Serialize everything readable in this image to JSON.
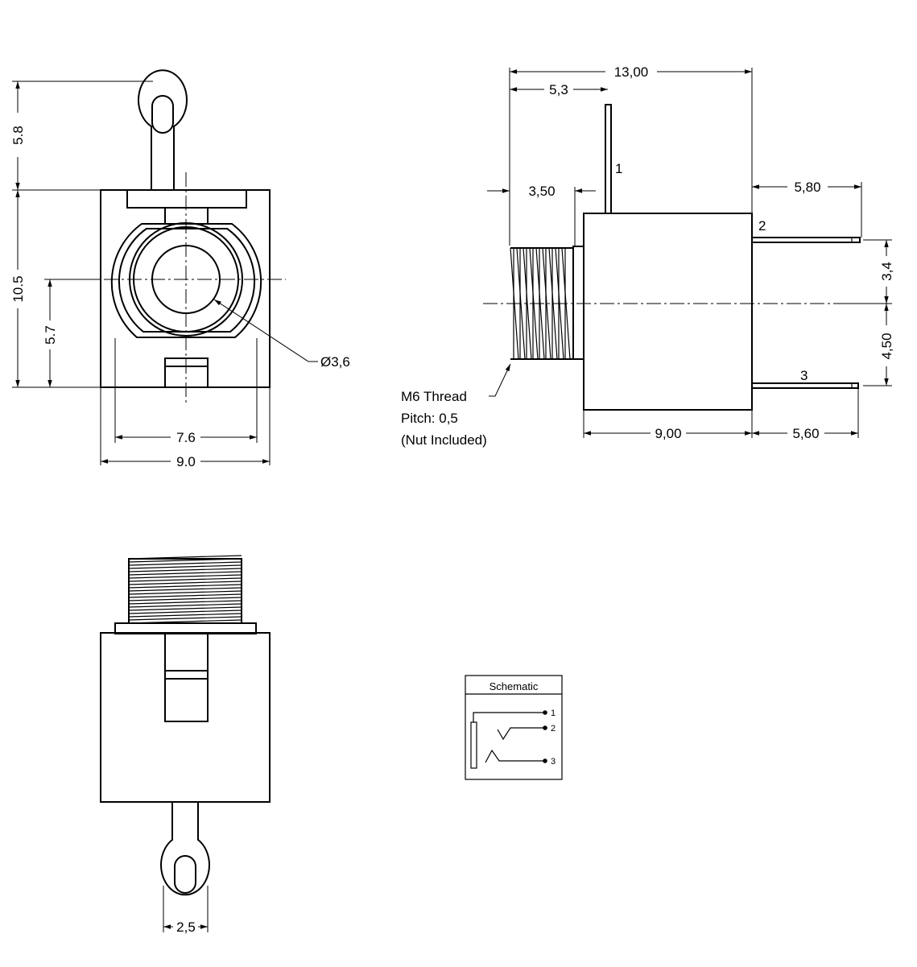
{
  "front_view": {
    "dim_lug_height": "5.8",
    "dim_total_height": "10.5",
    "dim_center_height": "5.7",
    "dim_inner_width": "7.6",
    "dim_body_width": "9.0",
    "dim_hole_diameter": "Ø3,6"
  },
  "side_view": {
    "dim_total_length": "13,00",
    "dim_pin1_offset": "5,3",
    "dim_thread_length": "3,50",
    "dim_pin2_length": "5,80",
    "dim_pin_spacing_upper": "3,4",
    "dim_pin_spacing_lower": "4,50",
    "dim_body_length": "9,00",
    "dim_pin3_length": "5,60",
    "pin1_label": "1",
    "pin2_label": "2",
    "pin3_label": "3",
    "thread_note_line1": "M6 Thread",
    "thread_note_line2": "Pitch: 0,5",
    "thread_note_line3": "(Nut Included)"
  },
  "bottom_view": {
    "dim_lug_width": "2,5"
  },
  "schematic": {
    "title": "Schematic",
    "pin1": "1",
    "pin2": "2",
    "pin3": "3"
  }
}
